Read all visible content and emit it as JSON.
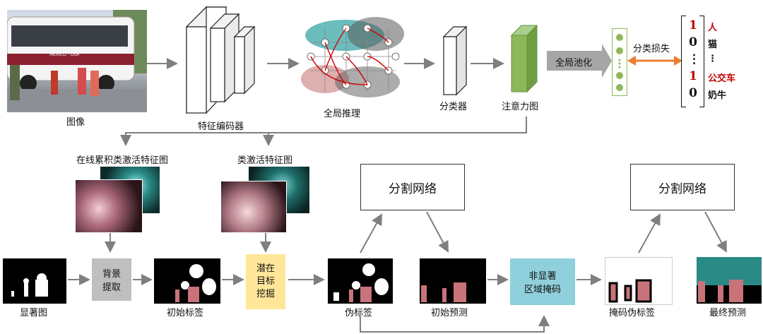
{
  "top": {
    "image_label": "图像",
    "encoder_label": "特征编码器",
    "reasoning_label": "全局推理",
    "classifier_label": "分类器",
    "attention_label": "注意力图",
    "gap_label": "全局池化",
    "loss_label": "分类损失",
    "class_vector": [
      {
        "bit": "1",
        "name": "人",
        "color": "#c00000"
      },
      {
        "bit": "0",
        "name": "猫",
        "color": "#111111"
      },
      {
        "bit": "⋮",
        "name": "⋮",
        "color": "#111111"
      },
      {
        "bit": "1",
        "name": "公交车",
        "color": "#c00000"
      },
      {
        "bit": "0",
        "name": "奶牛",
        "color": "#111111"
      }
    ],
    "bus_sign": "MEXICO - USA"
  },
  "bottom": {
    "online_cam_label": "在线累积类激活特征图",
    "cam_label": "类激活特征图",
    "saliency_label": "显著图",
    "bg_extract_label_1": "背景",
    "bg_extract_label_2": "提取",
    "initial_label": "初始标签",
    "mining_label_1": "潜在",
    "mining_label_2": "目标",
    "mining_label_3": "挖掘",
    "pseudo_label": "伪标签",
    "seg_net_1": "分割网络",
    "initial_pred_label": "初始预测",
    "nonsal_mask_1": "非显著",
    "nonsal_mask_2": "区域掩码",
    "masked_pseudo_label": "掩码伪标签",
    "seg_net_2": "分割网络",
    "final_pred_label": "最终预测"
  },
  "colors": {
    "arrow": "#7f7f7f",
    "green": "#8db85a",
    "gap_arrow": "#a6a6a6",
    "loss_arrow": "#ed7d31",
    "bg_extract_fill": "#bfbfbf",
    "mining_fill": "#ffe699",
    "mask_fill": "#8fd0dc",
    "person_pink": "#c8737a",
    "bus_teal": "#2a8a86"
  }
}
